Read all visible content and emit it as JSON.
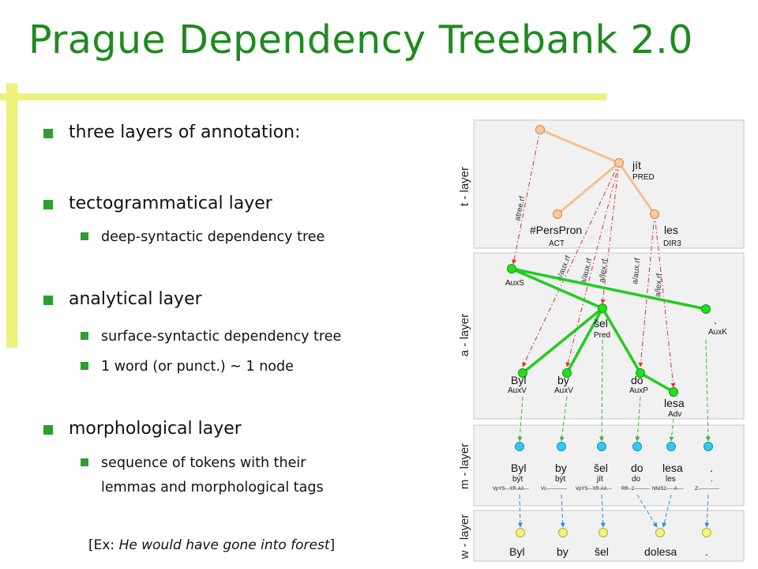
{
  "slide": {
    "title": "Prague Dependency Treebank 2.0",
    "accent_color": "#1f8a1f",
    "bullet_color": "#2e9e2e",
    "bar_color": "#ecf27a"
  },
  "bullets": {
    "b1": "three layers of annotation:",
    "b2": "tectogrammatical layer",
    "b2_1": "deep-syntactic dependency tree",
    "b3": "analytical layer",
    "b3_1": "surface-syntactic dependency tree",
    "b3_2": "1 word (or punct.) ~ 1 node",
    "b4": "morphological layer",
    "b4_1a": "sequence of tokens with their",
    "b4_1b": "lemmas and morphological tags"
  },
  "example": {
    "open": "[Ex: ",
    "text": "He would have gone into forest",
    "close": "]"
  },
  "diagram": {
    "layers": {
      "t": "t - layer",
      "a": "a - layer",
      "m": "m - layer",
      "w": "w - layer"
    },
    "t_nodes": {
      "jit": {
        "word": "jít",
        "func": "PRED"
      },
      "perspron": {
        "word": "#PersPron",
        "func": "ACT"
      },
      "les": {
        "word": "les",
        "func": "DIR3"
      }
    },
    "a_nodes": {
      "auxs": {
        "func": "AuxS"
      },
      "sel": {
        "word": "šel",
        "func": "Pred"
      },
      "dot": {
        "word": ".",
        "func": "AuxK"
      },
      "byl": {
        "word": "Byl",
        "func": "AuxV"
      },
      "by": {
        "word": "by",
        "func": "AuxV"
      },
      "do": {
        "word": "do",
        "func": "AuxP"
      },
      "lesa": {
        "word": "lesa",
        "func": "Adv"
      }
    },
    "edge_labels": {
      "atree": "atree.rf",
      "aaux1": "a/aux.rf",
      "aaux2": "a/aux.rf",
      "alex1": "a/lex.rf",
      "aaux3": "a/aux.rf",
      "alex2": "a/lex.rf"
    },
    "m_tokens": [
      {
        "word": "Byl",
        "lemma": "být",
        "tag": "VpYS---XR-AA---"
      },
      {
        "word": "by",
        "lemma": "být",
        "tag": "Vc-------------"
      },
      {
        "word": "šel",
        "lemma": "jít",
        "tag": "VpYS---XR-AA---"
      },
      {
        "word": "do",
        "lemma": "do",
        "tag": "RR--2----------"
      },
      {
        "word": "lesa",
        "lemma": "les",
        "tag": "NNIS2-----A----"
      },
      {
        "word": ".",
        "lemma": ".",
        "tag": "Z:-------------"
      }
    ],
    "w_tokens": [
      "Byl",
      "by",
      "šel",
      "dolesa",
      "."
    ]
  }
}
